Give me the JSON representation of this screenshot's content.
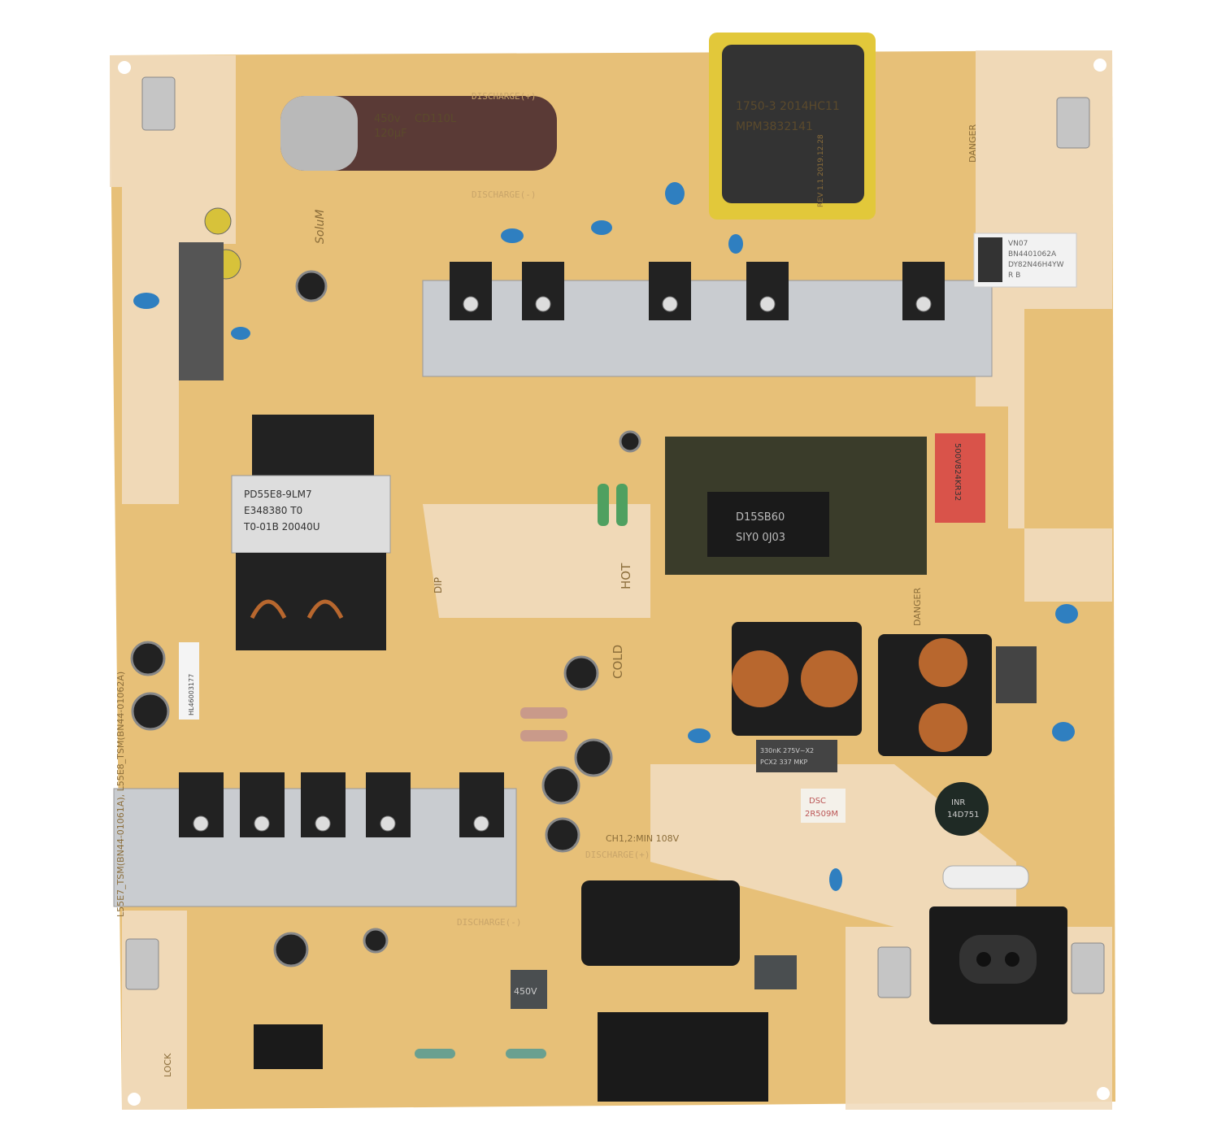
{
  "board": {
    "sticker": [
      "VN07",
      "BN4401062A",
      "DY82N46H4YW",
      "R B"
    ],
    "model_silk": "L55E7_TSM(BN44-01061A), L55E8_TSM(BN44-01062A)",
    "markings": {
      "discharge_pos": "DISCHARGE(+)",
      "discharge_neg": "DISCHARGE(-)",
      "discharge_pos_2": "DISCHARGE(+)",
      "discharge_neg_2": "DISCHARGE(-)",
      "hot": "HOT",
      "cold": "COLD",
      "danger_1": "DANGER",
      "danger_2": "DANGER",
      "dip": "DIP",
      "lock": "LOCK",
      "ch_min": "CH1,2:MIN 108V",
      "brand": "SoluM",
      "rev": "REV 1.1  2019.12.28"
    },
    "capacitor_text": [
      "450v",
      "120µF",
      "CD110L"
    ],
    "transformer_label": [
      "PD55E8-9LM7",
      "E348380 T0",
      "T0-01B 20040U"
    ],
    "bridge_label": [
      "D15SB60",
      "SIY0 0J03"
    ],
    "inductor_label": [
      "1750-3 2014HC11",
      "MPM3832141"
    ],
    "red_cap_label": "500V824KR32",
    "varistor_label": [
      "INR",
      "14D751"
    ],
    "resistor_label": [
      "DSC",
      "2R509M"
    ],
    "x_cap_label": [
      "330nK 275V~X2",
      "PCX2 337 MKP"
    ],
    "small_cap_label": "450V",
    "barcode_label": "HL46003177",
    "colors": {
      "pcb": "#e7c078",
      "silk_band": "#f1dcbe",
      "heatsink": "#c9ccd0",
      "cap_blue": "#2f7fc0",
      "copper": "#b8672e"
    }
  }
}
